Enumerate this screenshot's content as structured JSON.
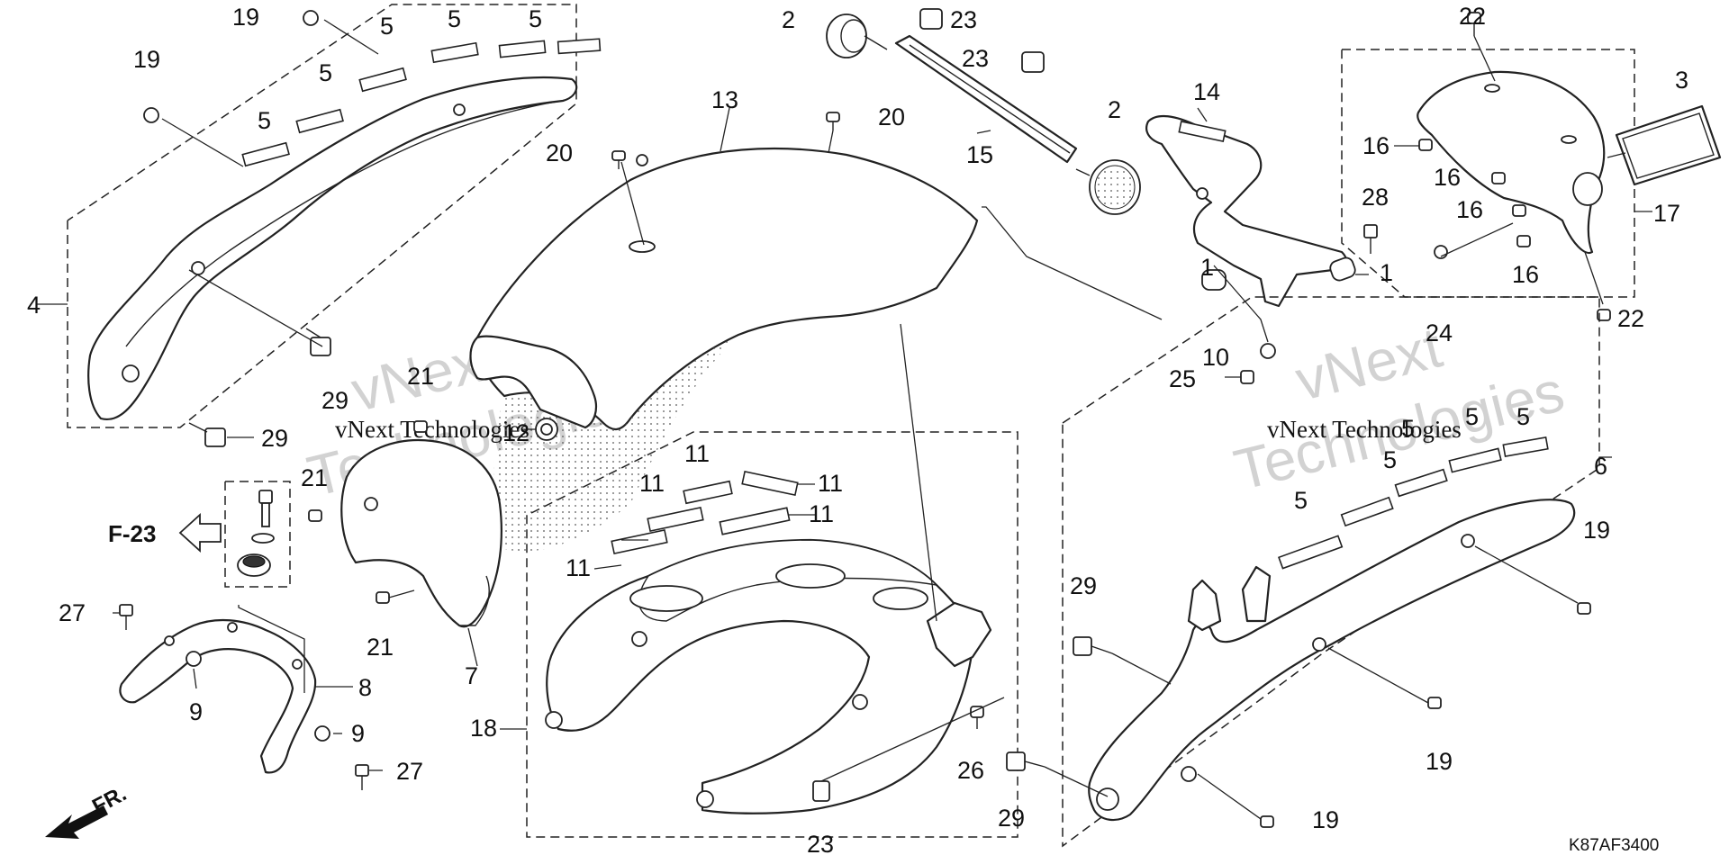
{
  "diagram_code": "K87AF3400",
  "page_reference": "F-23",
  "front_indicator": "FR.",
  "watermark": {
    "text_lines": [
      "vNext",
      "Technologies"
    ],
    "inline_text": "vNext Technologies"
  },
  "part_labels": {
    "p1": "1",
    "p2": "2",
    "p3": "3",
    "p4": "4",
    "p5": "5",
    "p6": "6",
    "p7": "7",
    "p8": "8",
    "p9": "9",
    "p10": "10",
    "p11": "11",
    "p12": "12",
    "p13": "13",
    "p14": "14",
    "p15": "15",
    "p16": "16",
    "p17": "17",
    "p18": "18",
    "p19": "19",
    "p20": "20",
    "p21": "21",
    "p22": "22",
    "p23": "23",
    "p24": "24",
    "p25": "25",
    "p26": "26",
    "p27": "27",
    "p28": "28",
    "p29": "29"
  }
}
